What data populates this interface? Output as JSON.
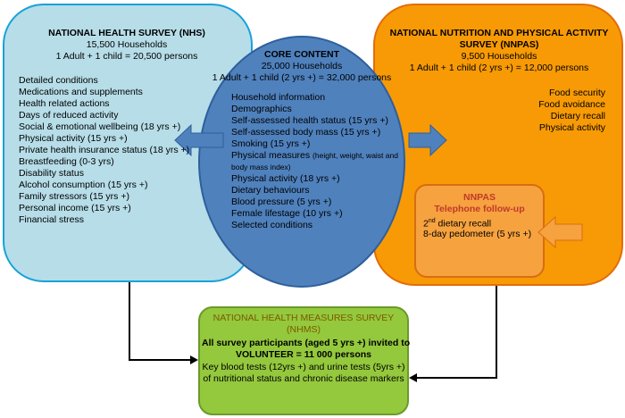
{
  "nhs": {
    "title": "NATIONAL HEALTH SURVEY (NHS)",
    "households": "15,500 Households",
    "persons": "1 Adult + 1 child = 20,500 persons",
    "items": [
      "Detailed conditions",
      "Medications and supplements",
      "Health related actions",
      "Days of reduced activity",
      "Social & emotional wellbeing (18 yrs +)",
      "Physical activity (15 yrs +)",
      "Private health insurance status (18 yrs +)",
      "Breastfeeding (0-3 yrs)",
      "Disability status",
      "Alcohol consumption (15 yrs +)",
      "Family stressors (15 yrs +)",
      "Personal income (15 yrs +)",
      "Financial stress"
    ]
  },
  "core": {
    "title": "CORE CONTENT",
    "households": "25,000 Households",
    "persons": "1 Adult + 1 child (2 yrs +) = 32,000  persons",
    "items": [
      "Household information",
      "Demographics",
      "Self-assessed health status (15 yrs +)",
      "Self-assessed body mass (15 yrs +)",
      "Smoking (15 yrs +)",
      "Physical measures",
      "Physical activity (18 yrs +)",
      "Dietary behaviours",
      "Blood pressure (5 yrs +)",
      "Female lifestage (10 yrs +)",
      "Selected conditions"
    ],
    "physical_detail_1": "(height, weight,  waist and",
    "physical_detail_2": "body mass index)"
  },
  "nnpas": {
    "title_line1": "NATIONAL NUTRITION AND PHYSICAL ACTIVITY",
    "title_line2": "SURVEY (NNPAS)",
    "households": "9,500 Households",
    "persons": "1 Adult + 1 child (2 yrs +) = 12,000  persons",
    "items": [
      "Food security",
      "Food avoidance",
      "Dietary recall",
      "Physical activity"
    ]
  },
  "followup": {
    "title": "NNPAS",
    "subtitle": "Telephone follow-up",
    "recall_sup": "nd",
    "recall_num": "2",
    "recall_text": " dietary recall",
    "pedometer": "8-day pedometer (5 yrs +)"
  },
  "nhms": {
    "title": "NATIONAL HEALTH MEASURES SURVEY",
    "abbrev": "(NHMS)",
    "line1": "All survey participants (aged 5 yrs +) invited to",
    "line2": "VOLUNTEER = 11 000 persons",
    "line3": "Key blood tests (12yrs +) and urine tests (5yrs +)",
    "line4": "of nutritional status  and chronic disease markers"
  },
  "colors": {
    "nhs_fill": "#b6dde8",
    "nhs_border": "#17a2d8",
    "nnpas_fill": "#f79a05",
    "followup_fill": "#f6a23f",
    "core_fill": "#4f81bd",
    "nhms_fill": "#94c83d",
    "arrow_blue": "#4f81bd",
    "arrow_orange": "#f6a23f",
    "connector": "#000000"
  }
}
